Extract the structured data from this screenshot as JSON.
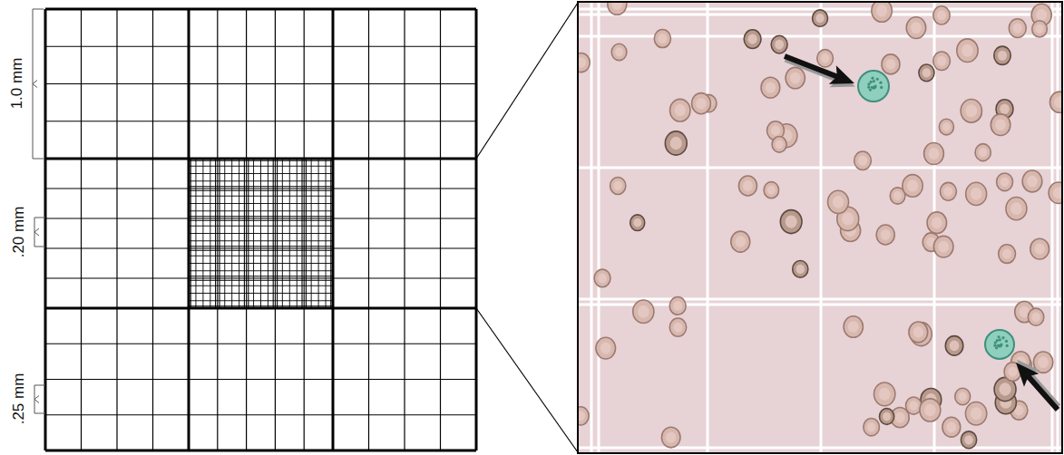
{
  "diagram": {
    "labels": [
      "1.0 mm",
      ".20 mm",
      ".25 mm"
    ]
  }
}
